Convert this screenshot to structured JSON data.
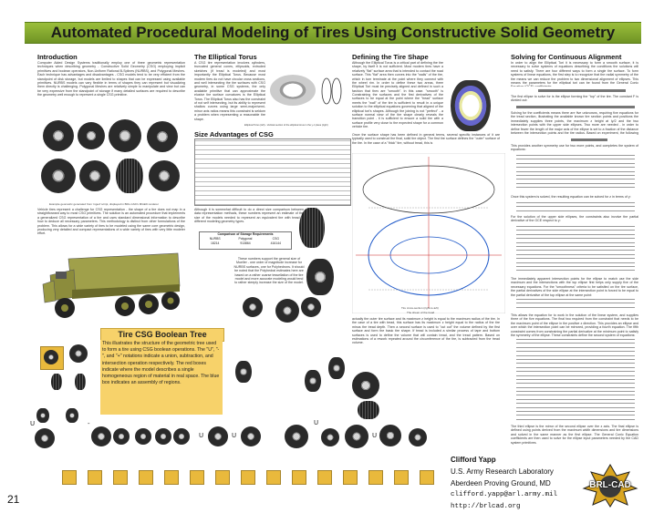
{
  "poster": {
    "title": "Automated Procedural Modeling of Tires Using Constructive Solid Geometry",
    "page_number": "21"
  },
  "sections": {
    "introduction": {
      "heading": "Introduction",
      "text": "Computer Aided Design Systems traditionally employ one of three geometric representation techniques when describing geometry - Constructive Solid Geometry (CSG) employing implicit primitives and boolean operators, Non-Uniform Rational B-Splines (NURBS), and Polygonal Meshes. Each technique has advantages and disadvantages - CSG models tend to be very efficient from the standpoint of disk storage, but models are limited to shapes that can be expressed using available primitives. NURBS models can vary flexible in terms of shapes they can represent but visualizing them directly is challenging. Polygonal Meshes are relatively simple to manipulate and view but can be very expensive from the standpoint of storage if many detailed surfaces are required to describe the geometry well enough to represent a single CSG primitive.",
      "text2": "Vehicle tires represent a challenge for CSG representation - the shape of a tire does not map in a straightforward way to most CSG primitives. The solution is an automated procedure that implements a generalized CSG representation of a tire and uses standard dimensional information to describe how to deduce all necessary parameters. This methodology is distinct from other formulations of the problem. This allows for a wide variety of tires to be modeled using the same core geometric design, producing very detailed and compact representations of a wide variety of tires with very little modeler effort.",
      "image_caption": "Example geometric generated from 'mged' script, displayed in BRL-CAD's MGED renderer"
    },
    "elliptical_torus": {
      "heading": "The Elliptical Torus",
      "text": "A CSG tire representation involves cylinders, truncated general cones, ellipsoids, extruded sketches (if tread is modeled) and most importantly the Elliptical Torus. Because most modern tires do not have circular cross sections, and well intersecting the tire surfaces with CSG geometry, in some CSG systems, the only available primitive that can approximate the elusive tire surface curvatures is the Elliptical Torus. The Elliptical Torus also has the constraint of not self intersecting, but its ability to represent shallow curves using large semi-major/semi-minor axis ratios means this constraint is seldom a problem when representing a reasonable tire shape.",
      "image_caption": "Elliptical Torus (left) - Vertical section of the elliptical torus in the y-z plane (right)"
    },
    "size_advantages": {
      "heading": "Size Advantages of CSG",
      "text": "Although it is somewhat difficult to do a direct size comparison between data representation methods, these numbers represent an estimate of the size of the models needed to represent an equivalent tire with tread in different modeling geometry types.",
      "table_title": "Comparison of Storage Requirements",
      "table_rows": [
        [
          "NURBS",
          "Polygonal",
          "CSG"
        ],
        [
          "18214",
          "913864",
          "416144"
        ]
      ],
      "note": "These numbers support the general size of Mueller - one order of magnitude increase for NURBS surfaces, one for Polyhedrons. It should be noted that the Polyhedral estimates here are based on a rather coarse tessellation of the tire model and more accurate modeling would tend to rather steeply increase the size of the model."
    },
    "tree": {
      "title": "Tire CSG Boolean Tree",
      "text": "This illustrates the structure of the geometric tree used to form a tire using CSG boolean operations. The \"U\", \"-\", and \"+\" notations indicate a union, subtraction, and intersection operation respectively. The red boxes indicate where the model describes a single homogeneous region of material in real space. The blue box indicates an assembly of regions.",
      "ops": [
        "U",
        "-",
        "U",
        "U",
        "U",
        "U"
      ]
    },
    "tire_shape": {
      "heading": "Defining the Tire Shape",
      "text": "Although the Elliptical Torus is a critical part of defining the tire shape, by itself it is not sufficient. Most modern tires have a relatively \"flat\" surface area that is intended to contact the road surface. This \"flat\" area then curves into the \"walls\" of the tire, which in turn terminate at the point where they connect with the wheel rim. In order to define these two areas, three Elliptical Tori must be precisely aligned and defined in such a fashion that they are \"smooth\". In this case, \"smooth\" is defined as no surface discontinuities at the intersection curves.",
      "text2": "Constraining the surfaces and the first derivatives of the surfaces to be equal at the point where the \"tread\" surface meets the \"wall\" of the tire is sufficient to result in a unique solution to the elliptical equations governing that aligned of the elliptical tori's shapes. Although the joining is not \"perfect\" - a surface normal view of the tire shape clearly reveals the transition point - it is sufficient to ensure a solid tire with a surface profile very close to the expected shape for a common vehicle tire.",
      "text3": "Once the surface shape has been defined in general terms, several specific instances of it are typically used to construct the final, solid tire object. The first tire surface defines the \"outer\" surface of the tire. In the case of a \"thick\" tire, without tread, this is",
      "text4": "actually the outer tire surface and its maximum z height is equal to the maximum radius of the tire. In the case of a tire with tread, this surface has its maximum z height equal to the radius of the tire minus the tread depth. Then a second surface is used to \"cut out\" the volume defined by the first surface and form the basic tire shape. If tread is included a similar process of tape and bottom surfaces is used to define the volume that will contain tread, and the tread pattern. Based on estimations of a rework repeated around the circumference of the tire, is subtracted from the tread volume.",
      "diagram_caption": "Tire cross-section (right-to-left)",
      "diagram_caption2": "The sheen of the tread"
    },
    "alignment": {
      "heading": "Solving for Continuous Alignment",
      "text": "In order to align the Elliptical Tori it is necessary to form a smooth surface, it is necessary to solve systems of equations describing the conditions the solutions will need to satisfy. There are four different ways to form a single tire surface. To form systems of linear equations, the first step is to recognize that the radial symmetry of the tire means we can reduce the problem to two dimensional alignment of ellipses. This means the parameters for the elliptical tori can be found from the General Conic Equation (GCE) coefficients:",
      "text2": "The first ellipse to solve for is the ellipse forming the \"top\" of the tire. The constant F is divided out:",
      "text3": "Solving for the coefficients means there are five unknowns, requiring five equations for the tread section, illustrating the available known tire section points and positions the immediately supplies three points, the maximum z height at Iy/2 and the two intersection points with the upper side ellipses. Two more are needed - in order to define fewer the length of the major axis of the ellipse is set to a fraction of the distance between the intersection points and the tire radius. Based on experiment, the following value for d1 seems to be practical:",
      "text4": "This provides another symmetry use for two more points, and completes the system of equations:",
      "text5": "Once this system is solved, the resulting equation can be solved for z in terms of y:",
      "text6": "For the solution of the upper side ellipses, the constraints also involve the partial derivative of the GCE respect to y:",
      "text7": "The immediately apparent intersection points for the ellipse to match use the side maximum and the intersections with the top ellipse first helps only supply five of the necessary equations. For the \"smoothness\" criteria to be satisfied on the tire surface, the partial derivatives of the side ellipse at the intersection point is forced to be equal to the partial derivative of the top ellipse at the same point:",
      "text8": "This allows the equation for to work in the solution of the linear system, and supplies three of the five equations. The final two required from the constraint that needs to be the maximum point of the ellipse in the positive z direction. This provides an ellipse and over which the intersection point can be mirrored, providing a fourth equation. The fifth constraint comes from constraining the partial derivative at the minimum point to satisfy the symmetry of the ellipse. These constraints define the second system of equations:",
      "text9": "The third ellipse is the mirror of the second ellipse over the z axis. The final ellipse is defined using points derived from the maximum width dimensions and tire dimensions and solved in the same manner as the first ellipse. The General Conic Equation coefficients are then used to solve for the ellipse input parameters needed by the CAD system primitives."
    }
  },
  "contact": {
    "name": "Clifford Yapp",
    "org": "U.S. Army Research Laboratory",
    "location": "Aberdeen Proving Ground, MD",
    "email": "clifford.yapp@arl.army.mil",
    "url": "http://brlcad.org",
    "logo_text": "BRL-CAD"
  },
  "colors": {
    "title_bar": "#8aad33",
    "tree_yellow": "#f7d26a",
    "logo_gold": "#d9a520"
  }
}
